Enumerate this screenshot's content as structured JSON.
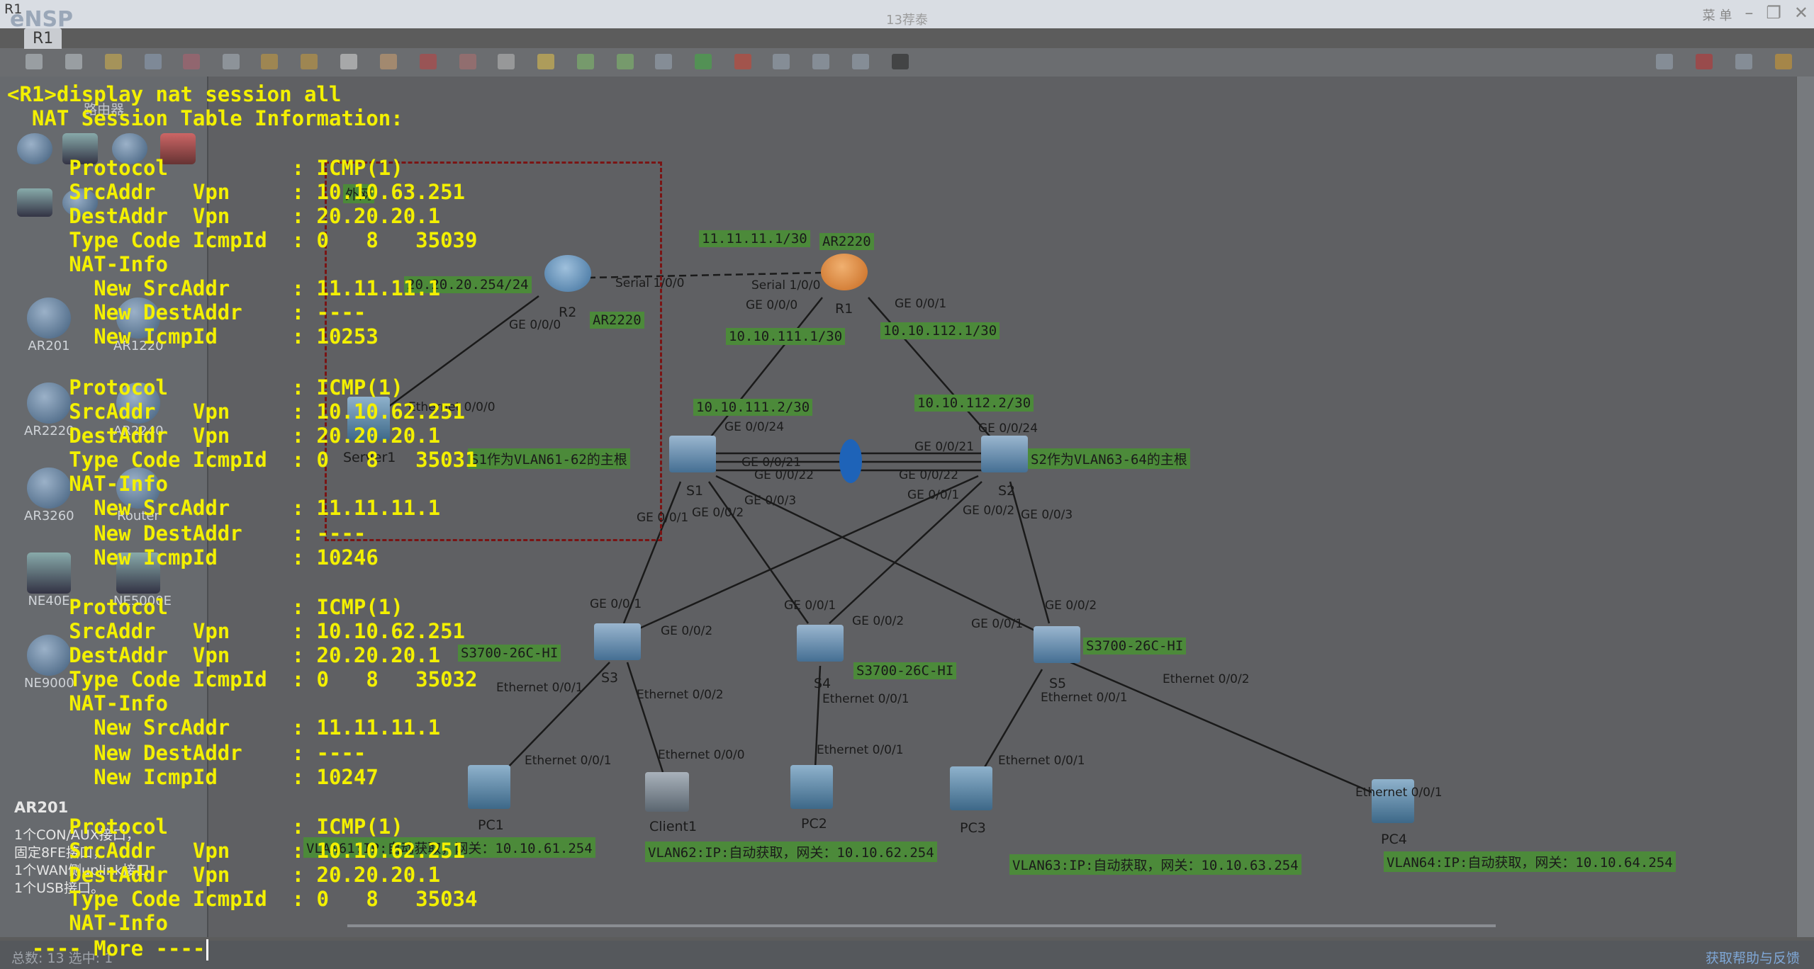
{
  "window": {
    "terminal_title": "R1",
    "terminal_tab": "R1",
    "app_logo": "eNSP",
    "ensp_title": "13荐泰",
    "menu_label": "菜 单",
    "help_link": "获取帮助与反馈",
    "status_left": "总数: 13 选中: 1"
  },
  "left_panel": {
    "section_label": "路由器",
    "devices": [
      {
        "name": "AR201"
      },
      {
        "name": "AR1220"
      },
      {
        "name": "AR2220"
      },
      {
        "name": "AR2240"
      },
      {
        "name": "AR3260"
      },
      {
        "name": "Router"
      },
      {
        "name": "NE40E"
      },
      {
        "name": "NE5000E"
      },
      {
        "name": "NE9000"
      }
    ],
    "selected_title": "AR201",
    "selected_desc": [
      "1个CON/AUX接口，",
      "固定8FE接口，",
      "1个WAN侧uplink接口，",
      "1个USB接口。"
    ]
  },
  "topology": {
    "nodes": {
      "r1": "R1",
      "r2": "R2",
      "s1": "S1",
      "s2": "S2",
      "s3": "S3",
      "s4": "S4",
      "s5": "S5",
      "pc1": "PC1",
      "pc2": "PC2",
      "pc3": "PC3",
      "pc4": "PC4",
      "client1": "Client1",
      "server1": "Server1",
      "outside": "外网"
    },
    "labels": {
      "r2_ip": "20.20.20.254/24",
      "r1_serial_ip": "11.11.11.1/30",
      "r1_model": "AR2220",
      "r2_model": "AR2220",
      "s1_link": "10.10.111.1/30",
      "s1_ip": "10.10.111.2/30",
      "s2_link": "10.10.112.1/30",
      "s2_ip": "10.10.112.2/30",
      "s1_role": "S1作为VLAN61-62的主根",
      "s2_role": "S2作为VLAN63-64的主根",
      "s3_model": "S3700-26C-HI",
      "s4_model": "S3700-26C-HI",
      "s5_model": "S3700-26C-HI",
      "vlan61": "VLAN61:IP:自动获取，网关：10.10.61.254",
      "vlan62": "VLAN62:IP:自动获取，网关：10.10.62.254",
      "vlan63": "VLAN63:IP:自动获取，网关：10.10.63.254",
      "vlan64": "VLAN64:IP:自动获取，网关：10.10.64.254"
    },
    "ports": {
      "r2_serial": "Serial 1/0/0",
      "r1_serial": "Serial 1/0/0",
      "r2_ge000": "GE 0/0/0",
      "r1_ge000": "GE 0/0/0",
      "r1_ge001": "GE 0/0/1",
      "server_eth": "Ethernet 0/0/0",
      "s1_ge024": "GE 0/0/24",
      "s1_ge021": "GE 0/0/21",
      "s1_ge022": "GE 0/0/22",
      "s1_ge023": "GE 0/0/3",
      "s1_ge02": "GE 0/0/2",
      "s1_ge01": "GE 0/0/1",
      "s2_ge024": "GE 0/0/24",
      "s2_ge021": "GE 0/0/21",
      "s2_ge022": "GE 0/0/22",
      "s2_ge01": "GE 0/0/1",
      "s2_ge02": "GE 0/0/2",
      "s2_ge03": "GE 0/0/3",
      "s3_ge01": "GE 0/0/1",
      "s3_ge02": "GE 0/0/2",
      "s4_ge01": "GE 0/0/1",
      "s4_ge02": "GE 0/0/2",
      "s5_ge01": "GE 0/0/1",
      "s5_ge02": "GE 0/0/2",
      "s3_eth1": "Ethernet 0/0/1",
      "s3_eth2": "Ethernet 0/0/2",
      "s4_eth1": "Ethernet 0/0/1",
      "s5_eth1": "Ethernet 0/0/1",
      "s5_eth2": "Ethernet 0/0/2",
      "pc1_eth": "Ethernet 0/0/1",
      "client_eth": "Ethernet 0/0/0",
      "pc2_eth": "Ethernet 0/0/1",
      "pc3_eth": "Ethernet 0/0/1",
      "pc4_eth": "Ethernet 0/0/1"
    }
  },
  "terminal": {
    "lines": [
      "<R1>display nat session all",
      "  NAT Session Table Information:",
      "",
      "     Protocol          : ICMP(1)",
      "     SrcAddr   Vpn     : 10.10.63.251",
      "     DestAddr  Vpn     : 20.20.20.1",
      "     Type Code IcmpId  : 0   8   35039",
      "     NAT-Info",
      "       New SrcAddr     : 11.11.11.1",
      "       New DestAddr    : ----",
      "       New IcmpId      : 10253",
      "",
      "     Protocol          : ICMP(1)",
      "     SrcAddr   Vpn     : 10.10.62.251",
      "     DestAddr  Vpn     : 20.20.20.1",
      "     Type Code IcmpId  : 0   8   35031",
      "     NAT-Info",
      "       New SrcAddr     : 11.11.11.1",
      "       New DestAddr    : ----",
      "       New IcmpId      : 10246",
      "",
      "     Protocol          : ICMP(1)",
      "     SrcAddr   Vpn     : 10.10.62.251",
      "     DestAddr  Vpn     : 20.20.20.1",
      "     Type Code IcmpId  : 0   8   35032",
      "     NAT-Info",
      "       New SrcAddr     : 11.11.11.1",
      "       New DestAddr    : ----",
      "       New IcmpId      : 10247",
      "",
      "     Protocol          : ICMP(1)",
      "     SrcAddr   Vpn     : 10.10.62.251",
      "     DestAddr  Vpn     : 20.20.20.1",
      "     Type Code IcmpId  : 0   8   35034",
      "     NAT-Info",
      "  ---- More ----"
    ]
  },
  "colors": {
    "terminal_text": "#f3f000",
    "label_bg": "#4c8a3a",
    "dashed_box": "#7a1414"
  }
}
